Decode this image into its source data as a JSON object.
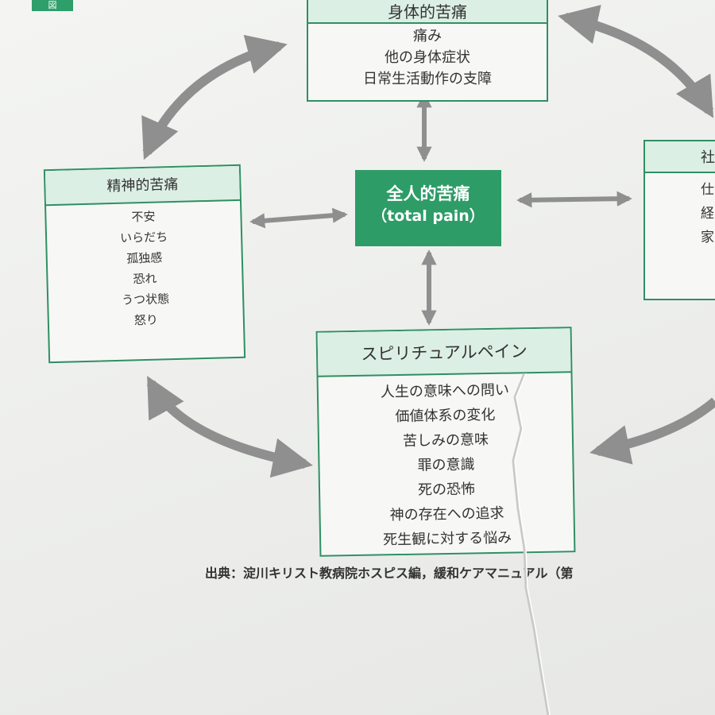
{
  "figure_tag": "図",
  "center": {
    "title": "全人的苦痛",
    "subtitle": "（total pain）"
  },
  "physical": {
    "title": "身体的苦痛",
    "items": [
      "痛み",
      "他の身体症状",
      "日常生活動作の支障"
    ]
  },
  "mental": {
    "title": "精神的苦痛",
    "items": [
      "不安",
      "いらだち",
      "孤独感",
      "恐れ",
      "うつ状態",
      "怒り"
    ]
  },
  "social": {
    "title": "社",
    "items": [
      "仕",
      "経",
      "家"
    ]
  },
  "spiritual": {
    "title": "スピリチュアルペイン",
    "items": [
      "人生の意味への問い",
      "価値体系の変化",
      "苦しみの意味",
      "罪の意識",
      "死の恐怖",
      "神の存在への追求",
      "死生観に対する悩み"
    ]
  },
  "source": "出典：淀川キリスト教病院ホスピス編，緩和ケアマニュアル（第",
  "colors": {
    "green": "#2e9c67",
    "header_bg": "#dcefe4",
    "arrow": "#8f8f8f"
  }
}
